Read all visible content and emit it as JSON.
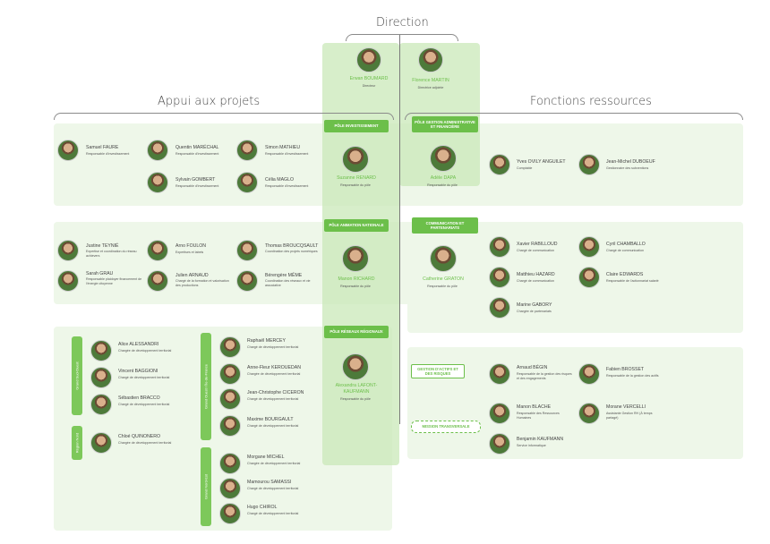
{
  "headings": {
    "direction": "Direction",
    "appui": "Appui aux projets",
    "fonctions": "Fonctions ressources"
  },
  "direction": [
    {
      "name": "Erwan BOUMARD",
      "role": "Directeur"
    },
    {
      "name": "Florence MARTIN",
      "role": "Directrice adjointe"
    }
  ],
  "poles": {
    "investissement": "PÔLE INVESTISSEMENT",
    "gestion": "PÔLE GESTION ADMINISTRATIVE ET FINANCIÈRE",
    "animation": "PÔLE ANIMATION NATIONALE",
    "communication": "COMMUNICATION ET PARTENARIATS",
    "reseaux": "PÔLE RÉSEAUX RÉGIONAUX",
    "gestion_actifs": "GESTION D'ACTIFS ET DES RISQUES",
    "mission": "MISSION TRANSVERSALE"
  },
  "pole_heads": {
    "investissement": {
      "name": "Suzanne RENARD",
      "role": "Responsable du pôle"
    },
    "gestion": {
      "name": "Adèle DAPA",
      "role": "Responsable du pôle"
    },
    "animation": {
      "name": "Manon RICHARD",
      "role": "Responsable du pôle"
    },
    "communication": {
      "name": "Catherine GRATON",
      "role": "Responsable du pôle"
    },
    "reseaux": {
      "name": "Alexandra LAFONT-KAUFMANN",
      "role": "Responsable du pôle"
    }
  },
  "investissement_team": [
    {
      "name": "Samuel FAURE",
      "role": "Responsable d'investissement"
    },
    {
      "name": "Quentin MARÉCHAL",
      "role": "Responsable d'investissement"
    },
    {
      "name": "Simon MATHIEU",
      "role": "Responsable d'investissement"
    },
    {
      "name": "Sylvain GOMBERT",
      "role": "Responsable d'investissement"
    },
    {
      "name": "Célia MAGLO",
      "role": "Responsable d'investissement"
    }
  ],
  "animation_team": [
    {
      "name": "Justine TEYNIÉ",
      "role": "Expertise et coordination du réseau achievers"
    },
    {
      "name": "Arno FOULON",
      "role": "Expertises et labels"
    },
    {
      "name": "Thomas BROUCQSAULT",
      "role": "Coordination des projets numériques"
    },
    {
      "name": "Sarah GRAU",
      "role": "Responsable plaidoyer financement de l'énergie citoyenne"
    },
    {
      "name": "Julien ARNAUD",
      "role": "Chargé de la formation et valorisation des productions"
    },
    {
      "name": "Bérengère MÊME",
      "role": "Coordination des réseaux et vie associative"
    }
  ],
  "gestion_team": [
    {
      "name": "Yves OVILY ANGUILET",
      "role": "Comptable"
    },
    {
      "name": "Jean-Michel DUBOEUF",
      "role": "Gestionnaire des subventions"
    }
  ],
  "communication_team": [
    {
      "name": "Xavier RABILLOUD",
      "role": "Chargé de communication"
    },
    {
      "name": "Cyril CHAMBALLO",
      "role": "Chargé de communication"
    },
    {
      "name": "Matthieu HAZARD",
      "role": "Chargé de communication"
    },
    {
      "name": "Claire EDWARDS",
      "role": "Responsable de l'actionnariat salarié"
    },
    {
      "name": "Marine GABORY",
      "role": "Chargée de partenariats"
    }
  ],
  "transverse_team": [
    {
      "name": "Arnaud BÉGIN",
      "role": "Responsable de la gestion des risques et des engagements"
    },
    {
      "name": "Fabien BROSSET",
      "role": "Responsable de la gestion des actifs"
    },
    {
      "name": "Manon BLACHE",
      "role": "Responsable des Ressources Humaines"
    },
    {
      "name": "Morane VERCELLI",
      "role": "Assistante Gestion RH (À temps partagé)"
    },
    {
      "name": "Benjamin KAUFMANN",
      "role": "Service informatique"
    }
  ],
  "regions": {
    "tab1": "Grand Sud-Ouest",
    "tab2": "Grand Ouest / Île-de-France",
    "tab3": "Région Nord",
    "tab4": "Grand Nord-Est"
  },
  "reseaux_team_a": [
    {
      "name": "Alice ALESSANDRI",
      "role": "Chargée de développement territorial"
    },
    {
      "name": "Vincent BAGGIONI",
      "role": "Chargé de développement territorial"
    },
    {
      "name": "Sébastien BRACCO",
      "role": "Chargé de développement territorial"
    }
  ],
  "reseaux_team_b": [
    {
      "name": "Chloé QUINONERO",
      "role": "Chargée de développement territorial"
    }
  ],
  "reseaux_team_c": [
    {
      "name": "Raphaël MERCEY",
      "role": "Chargé de développement territorial"
    },
    {
      "name": "Anne-Fleur KEROUEDAN",
      "role": "Chargée de développement territorial"
    },
    {
      "name": "Jean-Christophe CICERON",
      "role": "Chargé de développement territorial"
    },
    {
      "name": "Maxime BOURGAULT",
      "role": "Chargé de développement territorial"
    }
  ],
  "reseaux_team_d": [
    {
      "name": "Morgane MICHEL",
      "role": "Chargée de développement territorial"
    },
    {
      "name": "Mamourou SAMASSI",
      "role": "Chargé de développement territorial"
    },
    {
      "name": "Hugo CHIROL",
      "role": "Chargé de développement territorial"
    }
  ]
}
